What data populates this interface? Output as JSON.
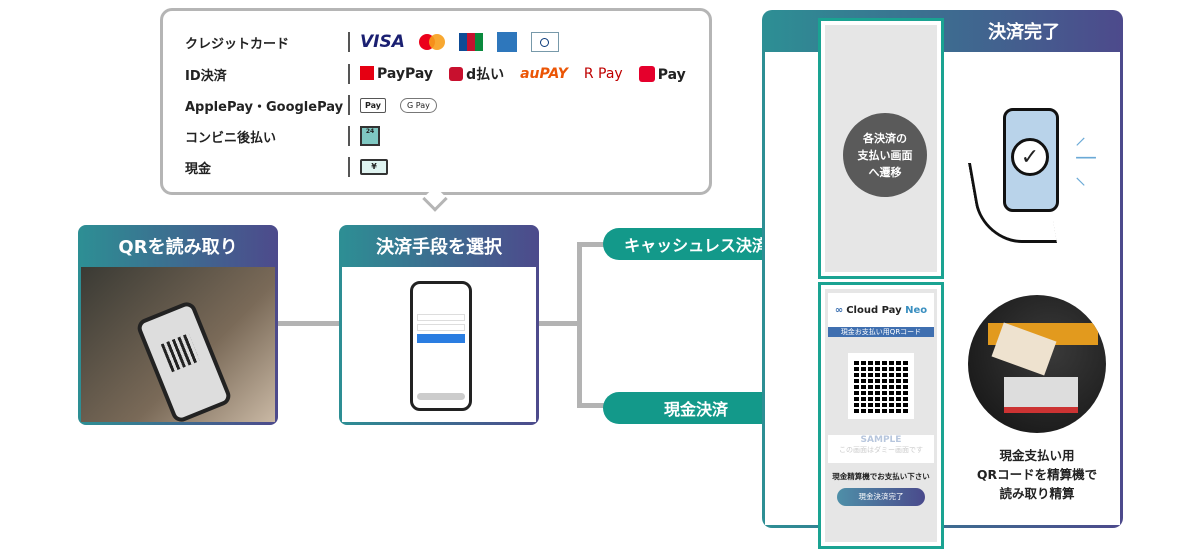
{
  "methods": {
    "rows": [
      {
        "label": "クレジットカード",
        "logos": [
          "VISA",
          "mastercard",
          "JCB",
          "AMEX",
          "Diners Club"
        ]
      },
      {
        "label": "ID決済",
        "logos": [
          "PayPay",
          "d払い",
          "auPAY",
          "R Pay",
          "Pay"
        ]
      },
      {
        "label": "ApplePay・GooglePay",
        "logos": [
          "Pay",
          "G Pay"
        ]
      },
      {
        "label": "コンビニ後払い",
        "logos": [
          "24"
        ]
      },
      {
        "label": "現金",
        "logos": [
          "¥"
        ]
      }
    ]
  },
  "steps": {
    "scan": "QRを読み取り",
    "select": "決済手段を選択"
  },
  "branches": {
    "cashless": "キャッシュレス決済",
    "cash": "現金決済"
  },
  "final": {
    "title": "決済完了",
    "cashless_note": [
      "各決済の",
      "支払い画面",
      "へ遷移"
    ],
    "cash_screen": {
      "brand": "Cloud Pay",
      "brand_suffix": "Neo",
      "banner": "現金お支払い用QRコード",
      "sample": "SAMPLE",
      "sample_note": "この画面はダミー画面です",
      "instruction": "現金精算機でお支払い下さい",
      "button": "現金決済完了"
    },
    "cash_caption": [
      "現金支払い用",
      "QRコードを精算機で",
      "読み取り精算"
    ]
  },
  "colors": {
    "teal": "#13998a",
    "gradient_start": "#2d8f94",
    "gradient_end": "#4d4a8c",
    "connector": "#b3b3b3"
  }
}
